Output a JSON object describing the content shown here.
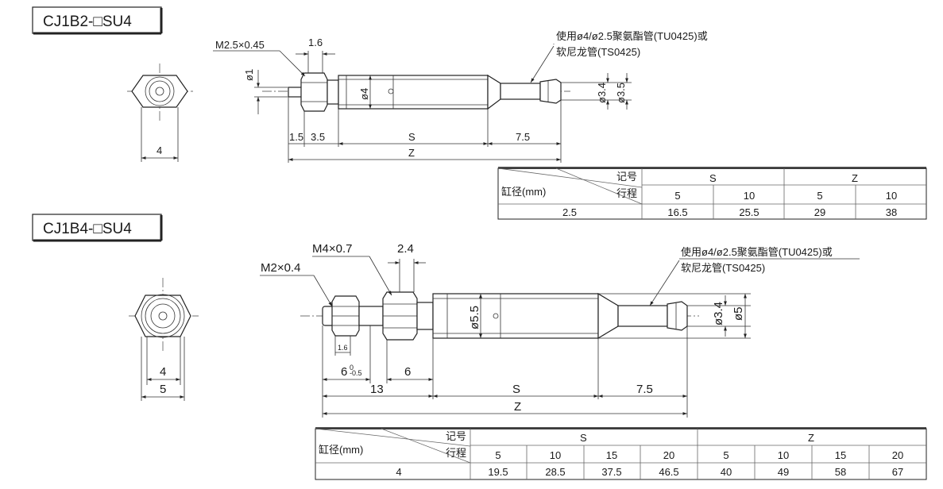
{
  "views": [
    {
      "title": "CJ1B2-□SU4",
      "callouts": {
        "thread": "M2.5×0.45",
        "nut_width": "1.6",
        "rod_dia": "ø1",
        "barrel_dia": "ø4",
        "tube_inner": "ø3.4",
        "tube_outer": "ø3.5",
        "note_line1": "使用ø4/ø2.5聚氨酯管(TU0425)或",
        "note_line2": "软尼龙管(TS0425)"
      },
      "dims": {
        "d1": "1.5",
        "d2": "3.5",
        "s": "S",
        "tail": "7.5",
        "z": "Z",
        "hex_width": "4"
      },
      "table": {
        "corner_top": "记号",
        "corner_mid": "行程",
        "corner_left": "缸径(mm)",
        "groups": [
          "S",
          "Z"
        ],
        "strokes": [
          "5",
          "10",
          "5",
          "10"
        ],
        "rows": [
          {
            "bore": "2.5",
            "values": [
              "16.5",
              "25.5",
              "29",
              "38"
            ]
          }
        ]
      }
    },
    {
      "title": "CJ1B4-□SU4",
      "callouts": {
        "thread_outer": "M4×0.7",
        "nut_width": "2.4",
        "thread_inner": "M2×0.4",
        "nut_small": "1.6",
        "barrel_dia": "ø5.5",
        "tube_inner": "ø3.4",
        "tube_outer": "ø5",
        "note_line1": "使用ø4/ø2.5聚氨酯管(TU0425)或",
        "note_line2": "软尼龙管(TS0425)"
      },
      "dims": {
        "d6": "6",
        "d6_tol": "0\n-0.5",
        "d6b": "6",
        "d13": "13",
        "s": "S",
        "tail": "7.5",
        "z": "Z",
        "hex_inner": "4",
        "hex_outer": "5"
      },
      "table": {
        "corner_top": "记号",
        "corner_mid": "行程",
        "corner_left": "缸径(mm)",
        "groups": [
          "S",
          "Z"
        ],
        "strokes": [
          "5",
          "10",
          "15",
          "20",
          "5",
          "10",
          "15",
          "20"
        ],
        "rows": [
          {
            "bore": "4",
            "values": [
              "19.5",
              "28.5",
              "37.5",
              "46.5",
              "40",
              "49",
              "58",
              "67"
            ]
          }
        ]
      }
    }
  ]
}
